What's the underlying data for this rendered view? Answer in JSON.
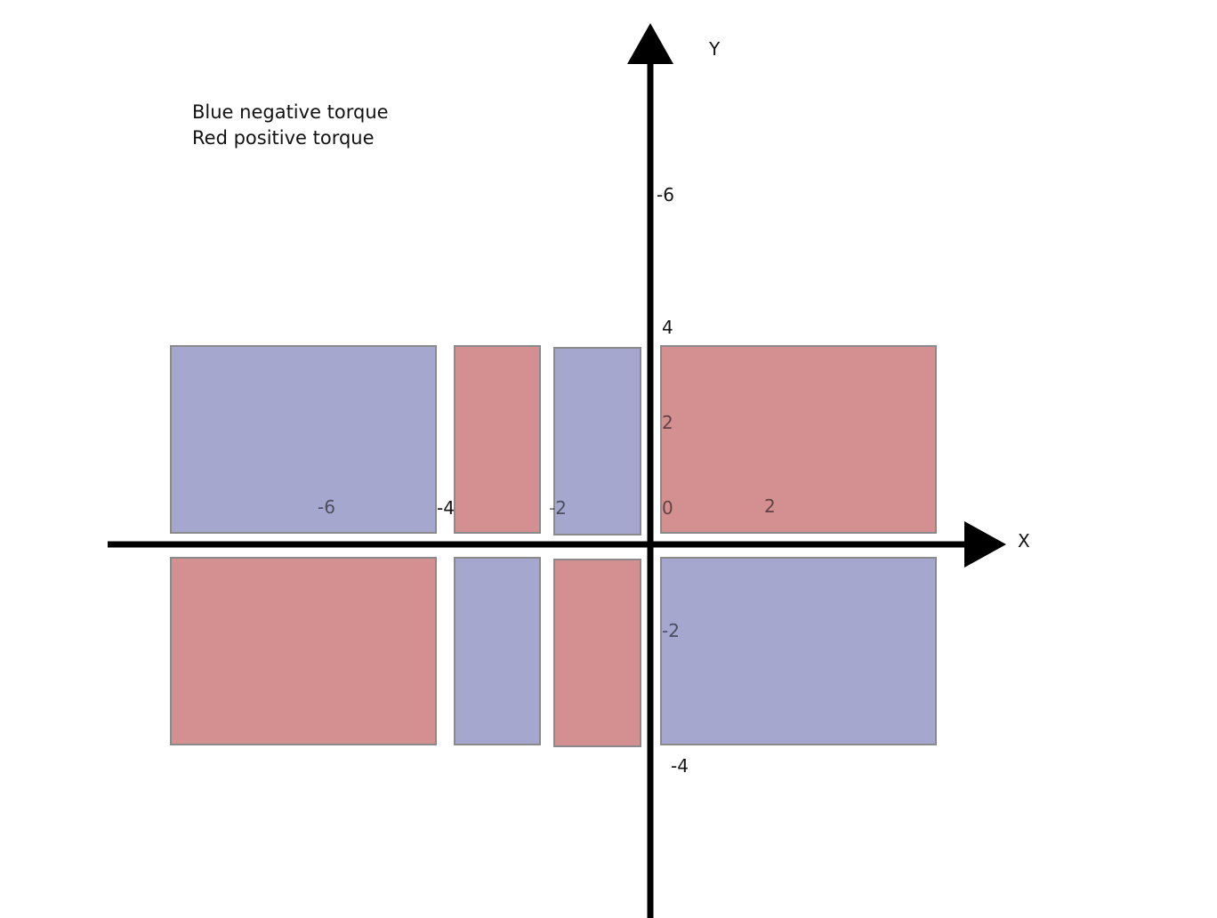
{
  "colors": {
    "negative_torque": "#a6a7cf",
    "positive_torque": "#d49090",
    "panel_border": "#8a8a8a",
    "axis": "#000000"
  },
  "legend": {
    "line1": "Blue negative torque",
    "line2": "Red positive torque"
  },
  "axes": {
    "x_label": "X",
    "y_label": "Y"
  },
  "tick_labels": [
    {
      "id": "y-minus-6",
      "text": "-6"
    },
    {
      "id": "y-4",
      "text": "4"
    },
    {
      "id": "y-2",
      "text": "2"
    },
    {
      "id": "origin-0",
      "text": "0"
    },
    {
      "id": "x-2",
      "text": "2"
    },
    {
      "id": "x-minus-2",
      "text": "-2"
    },
    {
      "id": "x-minus-4",
      "text": "-4"
    },
    {
      "id": "x-minus-6",
      "text": "-6"
    },
    {
      "id": "y-minus-2",
      "text": "-2"
    },
    {
      "id": "y-minus-4",
      "text": "-4"
    }
  ],
  "regions": [
    {
      "id": "upper-far-left",
      "torque": "negative"
    },
    {
      "id": "upper-mid-left",
      "torque": "positive"
    },
    {
      "id": "upper-near-left",
      "torque": "negative"
    },
    {
      "id": "upper-right",
      "torque": "positive"
    },
    {
      "id": "lower-far-left",
      "torque": "positive"
    },
    {
      "id": "lower-mid-left",
      "torque": "negative"
    },
    {
      "id": "lower-near-left",
      "torque": "positive"
    },
    {
      "id": "lower-right",
      "torque": "negative"
    }
  ]
}
